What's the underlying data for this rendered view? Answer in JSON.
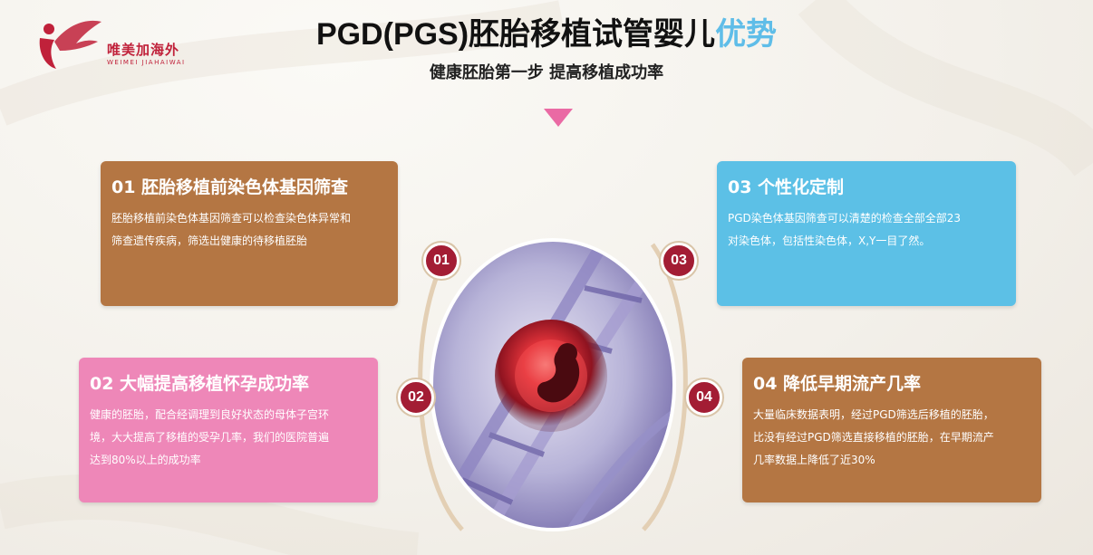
{
  "logo": {
    "name": "唯美加海外",
    "subtitle": "WEIMEI JIAHAIWAI"
  },
  "header": {
    "title_main": "PGD(PGS)胚胎移植试管婴儿",
    "title_highlight": "优势",
    "subtitle": "健康胚胎第一步 提高移植成功率"
  },
  "colors": {
    "brown": "#b47643",
    "pink": "#ee87b8",
    "blue": "#5cc0e6",
    "badge": "#a31d34",
    "accent_triangle": "#ea6aa4",
    "title_highlight": "#5fbde8"
  },
  "cards": [
    {
      "heading": "01 胚胎移植前染色体基因筛查",
      "lines": [
        "胚胎移植前染色体基因筛查可以检查染色体异常和",
        "筛查遗传疾病，筛选出健康的待移植胚胎"
      ]
    },
    {
      "heading": "02 大幅提高移植怀孕成功率",
      "lines": [
        "健康的胚胎，配合经调理到良好状态的母体子宫环",
        "境，大大提高了移植的受孕几率，我们的医院普遍",
        "达到80%以上的成功率"
      ]
    },
    {
      "heading": "03 个性化定制",
      "lines": [
        "PGD染色体基因筛查可以清楚的检查全部全部23",
        "对染色体，包括性染色体，X,Y一目了然。"
      ]
    },
    {
      "heading": "04 降低早期流产几率",
      "lines": [
        "大量临床数据表明，经过PGD筛选后移植的胚胎，",
        "比没有经过PGD筛选直接移植的胚胎，在早期流产",
        "几率数据上降低了近30%"
      ]
    }
  ],
  "badges": [
    "01",
    "02",
    "03",
    "04"
  ]
}
